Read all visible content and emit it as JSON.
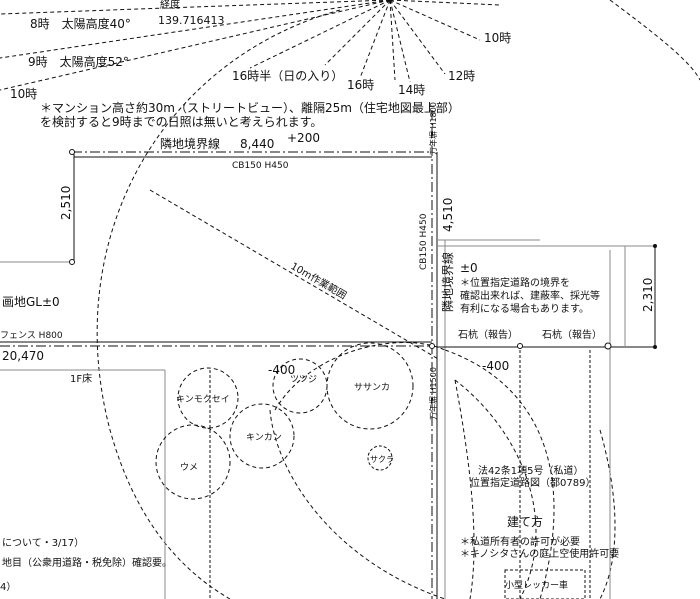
{
  "sun": {
    "longitude_label": "経度",
    "longitude_value": "139.716413",
    "h8": "8時　太陽高度40°",
    "h9": "9時　太陽高度52°",
    "h10_left": "10時",
    "h10_right": "10時",
    "h12": "12時",
    "h14": "14時",
    "h16": "16時",
    "h16half": "16時半（日の入り）"
  },
  "notes": {
    "shade_line1": "＊マンション高さ約30m（ストリートビュー）、離隔25m（住宅地図最上部）",
    "shade_line2": "を検討すると9時までの日照は無いと考えられます。",
    "road_line1": "＊位置指定道路の境界を",
    "road_line2": "確認出来れば、建蔽率、採光等",
    "road_line3": "有利になる場合もあります。",
    "build_title": "建て方",
    "build_line1": "＊私道所有者の許可が必要",
    "build_line2": "＊キノシタさんの庭上空使用許可要",
    "about": "について・3/17）",
    "land": "地目（公衆用道路・税免除）確認要。"
  },
  "labels": {
    "boundary_top": "隣地境界線",
    "dim_top": "8,440",
    "plus200": "+200",
    "cb_top": "CB150 H450",
    "dim_left": "2,510",
    "work_range": "10m作業範囲",
    "site_gl": "画地GL±0",
    "fence": "フェンス H800",
    "dim_bottom_left": "20,470",
    "first_floor": "1F床",
    "minus400_a": "-400",
    "minus400_b": "-400",
    "plus_minus0": "±0",
    "manji_h1800": "万年塀 H1800",
    "cb_right": "CB150 H450",
    "dim_right_v": "4,510",
    "boundary_right": "隣地境界線",
    "stake1": "石杭（報告）",
    "stake2": "石杭（報告）",
    "dim_2310": "2,310",
    "manji_h1500": "万年塀 H1500",
    "road_law1": "法42条1項5号（私道）",
    "road_law2": "位置指定道路図（都0789）",
    "small_car": "小型レッカー車",
    "edge_4": "4）"
  },
  "trees": {
    "kinmokusei": "キンモクセイ",
    "tsutsuji": "ツツジ",
    "sasanka": "ササンカ",
    "kinkan": "キンカン",
    "ume": "ウメ",
    "sakura": "サクラ"
  }
}
